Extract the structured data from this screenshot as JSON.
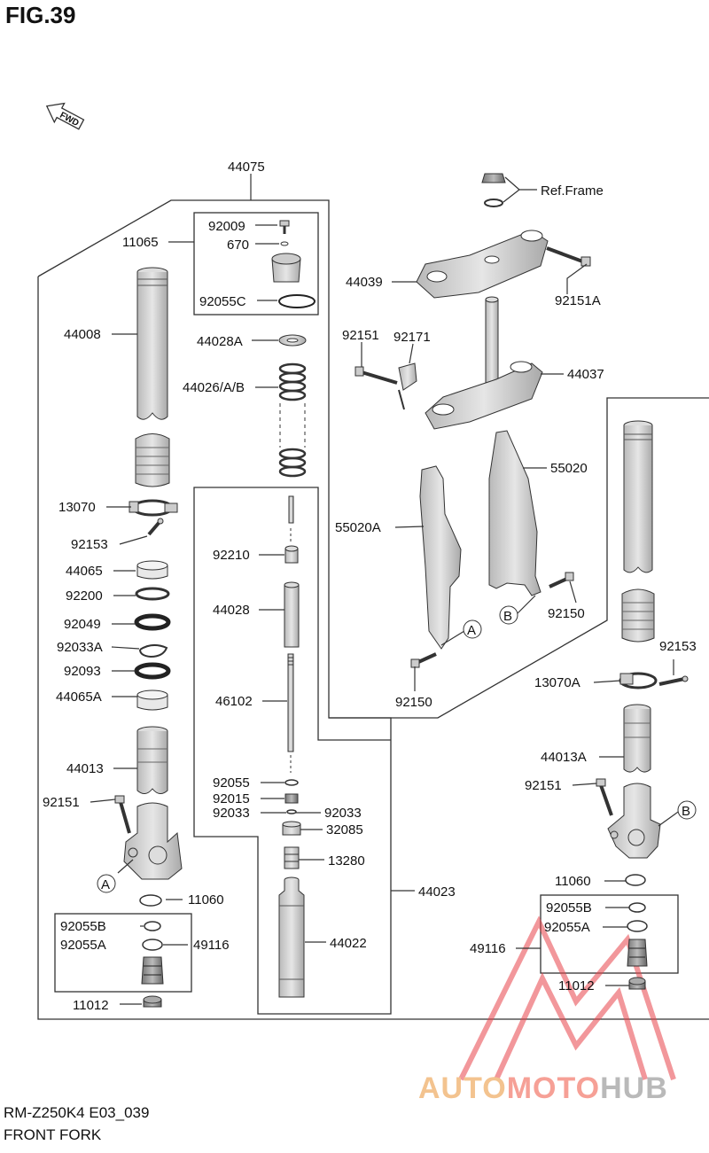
{
  "figure": {
    "title": "FIG.39",
    "fwd_label": "FWD",
    "model_code": "RM-Z250K4 E03_039",
    "section_name": "FRONT FORK"
  },
  "watermark": {
    "part1": "AUTO",
    "part2": "MOTO",
    "part3": "HUB",
    "colors": {
      "auto": "#f3c38f",
      "moto": "#f6a096",
      "hub": "#b9b9b9",
      "logo": "#e8434a"
    }
  },
  "callouts": {
    "ref_frame": "Ref.Frame",
    "circle_a": "A",
    "circle_b": "B"
  },
  "parts": {
    "p44075": "44075",
    "p11065": "11065",
    "p92009": "92009",
    "p670": "670",
    "p92055C": "92055C",
    "p44008": "44008",
    "p44028A": "44028A",
    "p44026": "44026/A/B",
    "p13070": "13070",
    "p92153": "92153",
    "p44065": "44065",
    "p92200": "92200",
    "p92049": "92049",
    "p92033A": "92033A",
    "p92093": "92093",
    "p44065A": "44065A",
    "p44013": "44013",
    "p92151": "92151",
    "p11060": "11060",
    "p92055B": "92055B",
    "p92055A": "92055A",
    "p49116": "49116",
    "p11012": "11012",
    "p92210": "92210",
    "p44028": "44028",
    "p46102": "46102",
    "p92055": "92055",
    "p92015": "92015",
    "p92033": "92033",
    "p32085": "32085",
    "p13280": "13280",
    "p44022": "44022",
    "p44023": "44023",
    "p44039": "44039",
    "p92151A": "92151A",
    "p92171": "92171",
    "p44037": "44037",
    "p55020A": "55020A",
    "p55020": "55020",
    "p92150": "92150",
    "p13070A": "13070A",
    "p44013A": "44013A"
  }
}
